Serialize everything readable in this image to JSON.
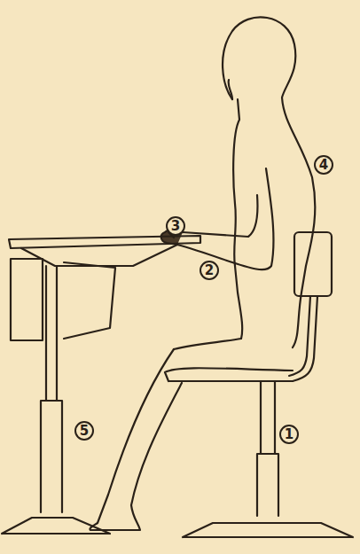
{
  "diagram": {
    "labels": [
      "4",
      "3",
      "2",
      "5",
      "1"
    ]
  }
}
